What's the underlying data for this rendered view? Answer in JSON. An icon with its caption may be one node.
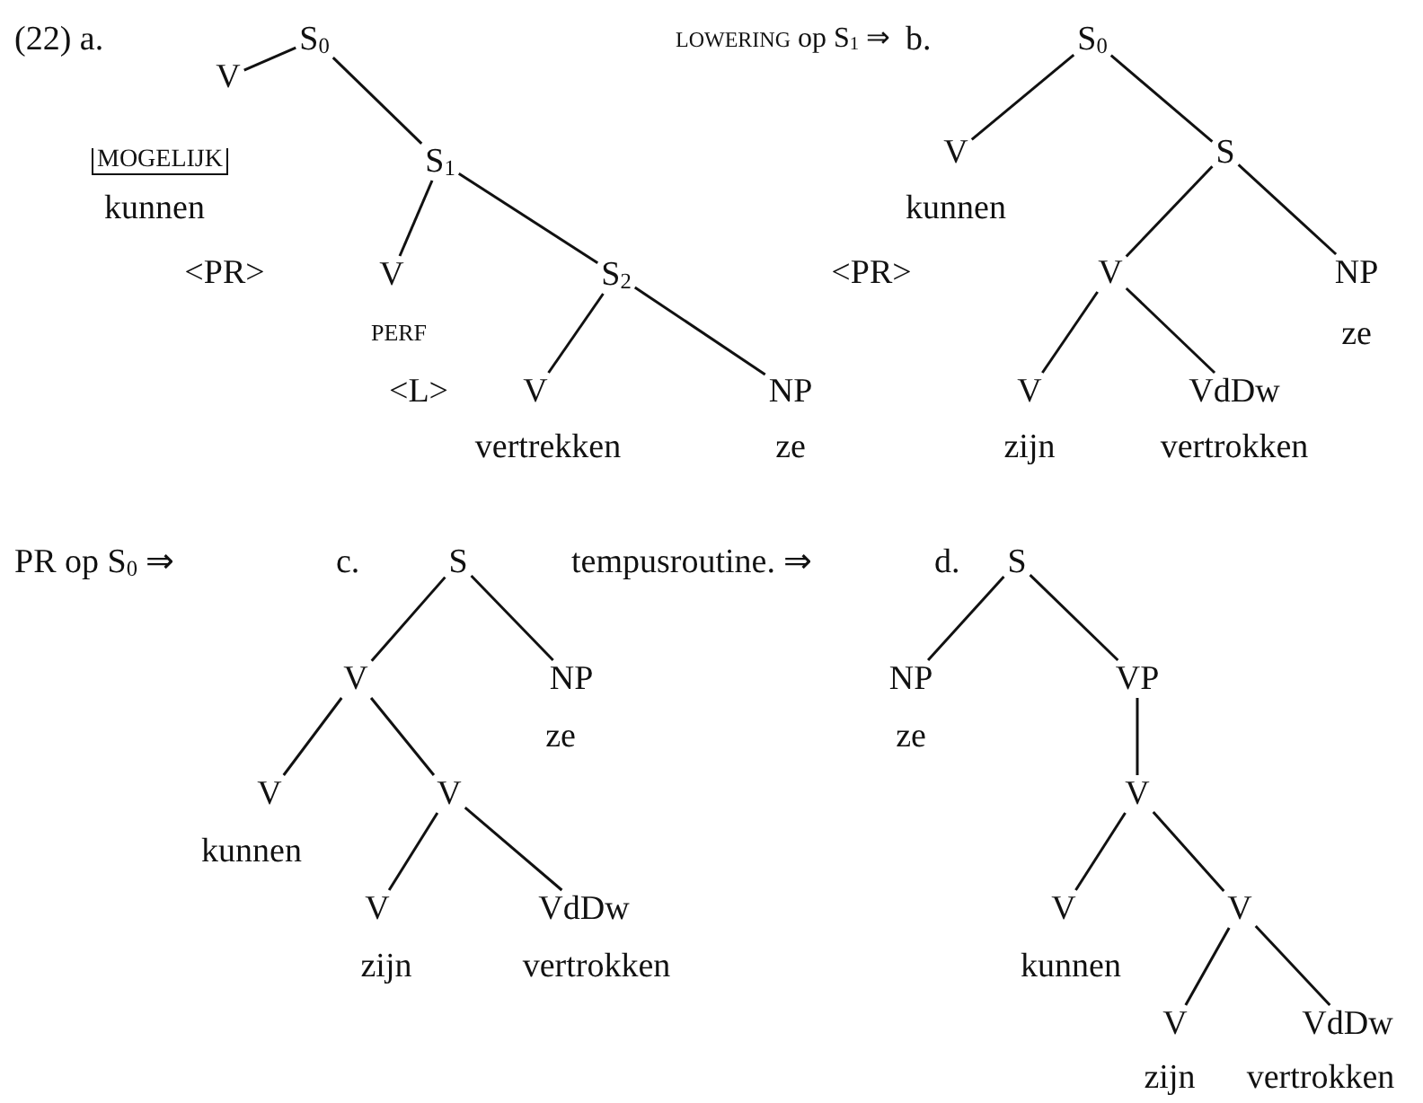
{
  "diagram": {
    "nodes": [
      {
        "text": [
          "S$_{0}$"
        ]
      },
      {
        "text": [
          "V"
        ],
        "beside": [
          "MOGELIJK",
          "kunnen",
          "<PR>"
        ]
      },
      {
        "text": [
          "S$_{1}$"
        ]
      },
      {
        "text": [
          "V"
        ],
        "beside": [
          "PERF",
          "<L>"
        ]
      },
      {
        "text": [
          "S$_{2}$"
        ]
      },
      {
        "text": [
          "V"
        ],
        "beside": [
          "vertrekken"
        ]
      },
      {
        "text": [
          "NP"
        ],
        "beside": [
          "ze"
        ]
      },
      {
        "text": [
          "S$_{0}$"
        ]
      },
      {
        "text": [
          "V"
        ],
        "beside": [
          "kunnen",
          "<PR>"
        ]
      },
      {
        "text": [
          "S"
        ]
      },
      {
        "text": [
          "V"
        ]
      },
      {
        "text": [
          "NP"
        ],
        "beside": [
          "ze"
        ]
      },
      {
        "text": [
          "V"
        ],
        "beside": [
          "zijn"
        ]
      },
      {
        "text": [
          "VdDw"
        ],
        "beside": [
          "vertrokken"
        ]
      },
      {
        "text": [
          "S"
        ]
      },
      {
        "text": [
          "V"
        ]
      },
      {
        "text": [
          "NP"
        ],
        "beside": [
          "ze"
        ]
      },
      {
        "text": [
          "V"
        ],
        "beside": [
          "kunnen"
        ]
      },
      {
        "text": [
          "V"
        ]
      },
      {
        "text": [
          "V"
        ],
        "beside": [
          "zijn"
        ]
      },
      {
        "text": [
          "VdDw"
        ],
        "beside": [
          "vertrokken"
        ]
      },
      {
        "text": [
          "S"
        ]
      },
      {
        "text": [
          "NP"
        ],
        "beside": [
          "ze"
        ]
      },
      {
        "text": [
          "VP"
        ]
      },
      {
        "text": [
          "V"
        ]
      },
      {
        "text": [
          "V"
        ],
        "beside": [
          "kunnen"
        ]
      },
      {
        "text": [
          "V"
        ]
      },
      {
        "text": [
          "V"
        ],
        "beside": [
          "zijn"
        ]
      },
      {
        "text": [
          "VdDw"
        ],
        "beside": [
          "vertrokken"
        ]
      }
    ],
    "edges": [
      {
        "from": 0,
        "to": 1,
        "arrow": "none"
      },
      {
        "from": 0,
        "to": 2,
        "arrow": "none"
      },
      {
        "from": 2,
        "to": 3,
        "arrow": "none"
      },
      {
        "from": 2,
        "to": 4,
        "arrow": "none"
      },
      {
        "from": 4,
        "to": 5,
        "arrow": "none"
      },
      {
        "from": 4,
        "to": 6,
        "arrow": "none"
      },
      {
        "from": 7,
        "to": 8,
        "arrow": "none"
      },
      {
        "from": 7,
        "to": 9,
        "arrow": "none"
      },
      {
        "from": 9,
        "to": 10,
        "arrow": "none"
      },
      {
        "from": 9,
        "to": 11,
        "arrow": "none"
      },
      {
        "from": 10,
        "to": 12,
        "arrow": "none"
      },
      {
        "from": 10,
        "to": 13,
        "arrow": "none"
      },
      {
        "from": 14,
        "to": 15,
        "arrow": "none"
      },
      {
        "from": 14,
        "to": 16,
        "arrow": "none"
      },
      {
        "from": 15,
        "to": 17,
        "arrow": "none"
      },
      {
        "from": 15,
        "to": 18,
        "arrow": "none"
      },
      {
        "from": 18,
        "to": 19,
        "arrow": "none"
      },
      {
        "from": 18,
        "to": 20,
        "arrow": "none"
      },
      {
        "from": 21,
        "to": 22,
        "arrow": "none"
      },
      {
        "from": 21,
        "to": 23,
        "arrow": "none"
      },
      {
        "from": 23,
        "to": 24,
        "arrow": "none"
      },
      {
        "from": 24,
        "to": 25,
        "arrow": "none"
      },
      {
        "from": 24,
        "to": 26,
        "arrow": "none"
      },
      {
        "from": 26,
        "to": 27,
        "arrow": "none"
      },
      {
        "from": 26,
        "to": 28,
        "arrow": "none"
      }
    ],
    "labels": [
      "(22) a.",
      "LOWERING op S$_{1}$ ⇒",
      "b.",
      "PR op S$_{0}$ ⇒",
      "c.",
      "tempusroutine. ⇒",
      "d."
    ]
  }
}
